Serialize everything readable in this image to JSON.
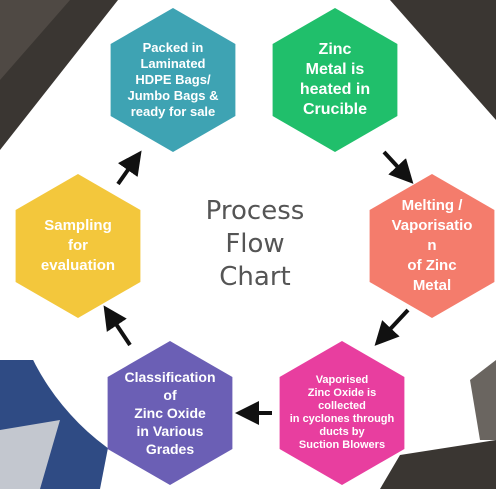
{
  "title": "Process\nFlow\nChart",
  "steps": [
    {
      "id": "zinc-heated",
      "text": "Zinc\nMetal is\nheated in\nCrucible",
      "color": "#20bf6b"
    },
    {
      "id": "melting",
      "text": "Melting /\nVaporisatio\nn\nof Zinc\nMetal",
      "color": "#f47c6c"
    },
    {
      "id": "vaporised",
      "text": "Vaporised\nZinc Oxide is\ncollected\nin cyclones through\nducts by\nSuction Blowers",
      "color": "#e83e9f"
    },
    {
      "id": "classification",
      "text": "Classification\nof\nZinc Oxide\nin Various\nGrades",
      "color": "#6b5fb5"
    },
    {
      "id": "sampling",
      "text": "Sampling\nfor\nevaluation",
      "color": "#f3c73c"
    },
    {
      "id": "packed",
      "text": "Packed in\nLaminated\nHDPE Bags/\nJumbo Bags &\nready for sale",
      "color": "#3ea3b3"
    }
  ],
  "colors": {
    "arrow": "#111111",
    "title": "#555555",
    "photo_dark": "#3a3632",
    "photo_blue": "#2f4b84"
  }
}
